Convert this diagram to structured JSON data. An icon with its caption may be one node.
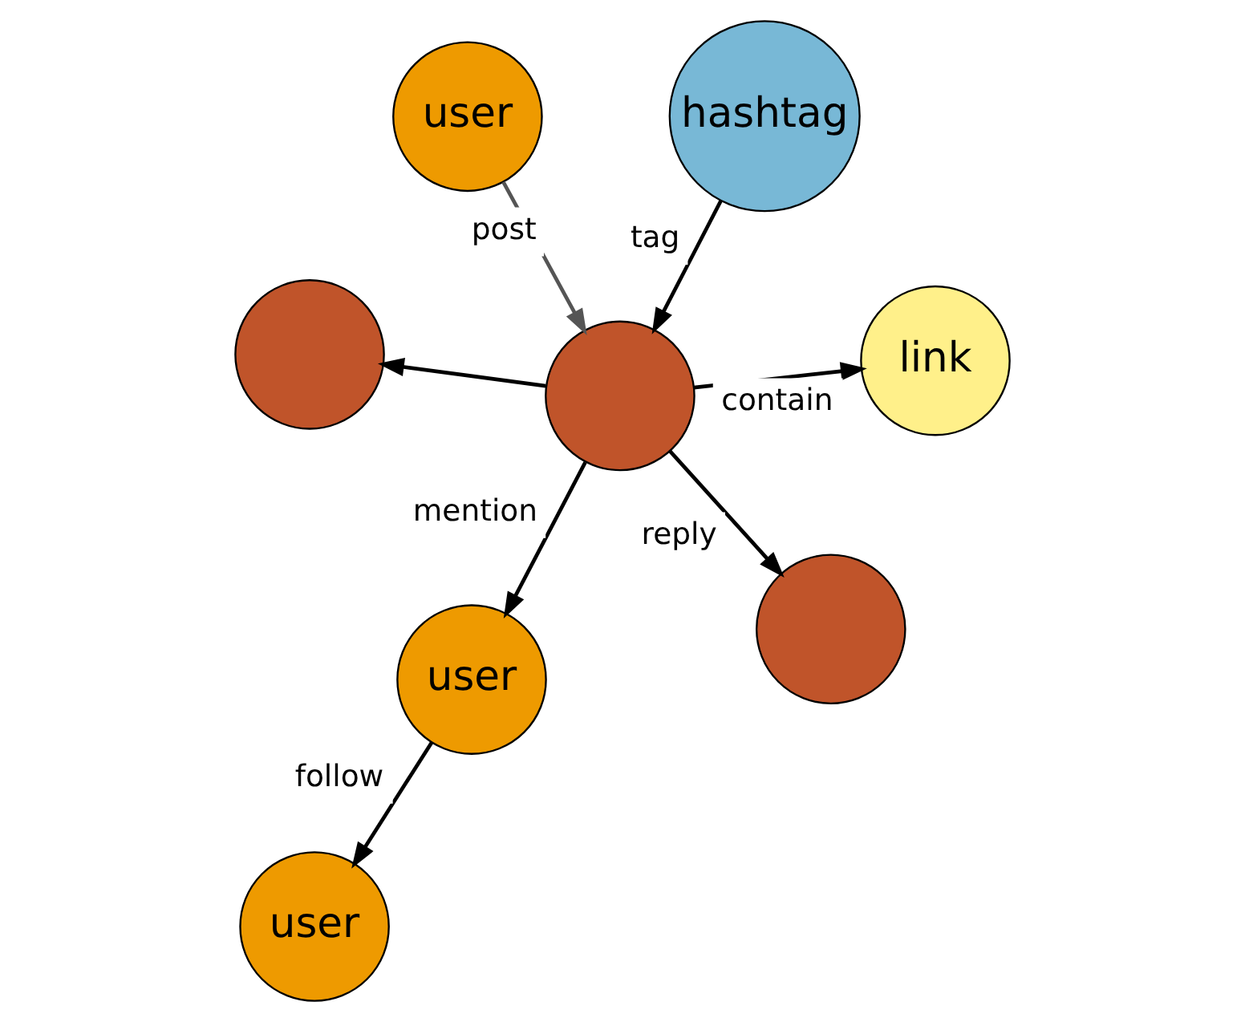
{
  "diagram": {
    "nodes": [
      {
        "text": [
          "user"
        ]
      },
      {
        "text": [
          "link"
        ]
      },
      {
        "text": [
          "user"
        ]
      },
      {
        "text": [],
        "shape": "circle"
      },
      {
        "text": [
          "hashtag"
        ]
      },
      {
        "text": [
          "user"
        ]
      },
      {
        "text": [],
        "shape": "circle"
      },
      {
        "text": [],
        "shape": "circle"
      }
    ],
    "edges": [
      {
        "from": 0,
        "to": 3,
        "arrow": "to",
        "label": "post",
        "color": "#555555"
      },
      {
        "from": 3,
        "to": 1,
        "arrow": "to",
        "label": "contain"
      },
      {
        "from": 3,
        "to": 2,
        "arrow": "to",
        "label": "mention"
      },
      {
        "from": 4,
        "to": 3,
        "arrow": "to",
        "label": "tag"
      },
      {
        "from": 2,
        "to": 5,
        "arrow": "to",
        "label": "follow"
      },
      {
        "from": 3,
        "to": 6,
        "arrow": "to"
      },
      {
        "from": 3,
        "to": 7,
        "arrow": "to",
        "label": "reply"
      }
    ]
  }
}
